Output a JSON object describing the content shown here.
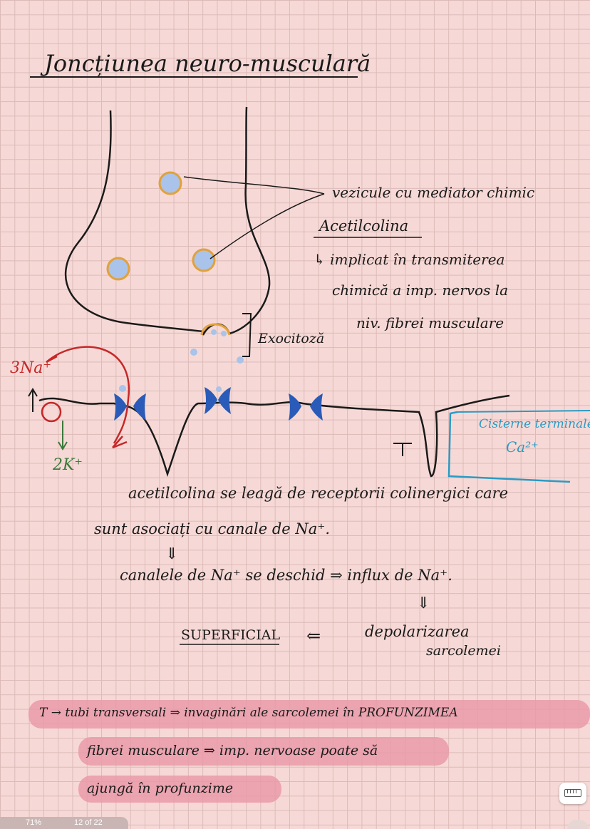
{
  "title": "Joncțiunea neuro-musculară",
  "labels": {
    "vesicule": "vezicule cu mediator chimic",
    "acetilcolina": "Acetilcolina",
    "rol_l1": "↳ implicat în transmiterea",
    "rol_l2": "chimică a imp. nervos la",
    "rol_l3": "niv. fibrei musculare",
    "exocitoza": "Exocitoză",
    "na": "3Na⁺",
    "k": "2K⁺",
    "t": "T",
    "cisterne": "Cisterne terminale",
    "ca": "Ca²⁺"
  },
  "notes": {
    "line1": "acetilcolina se leagă de receptorii colinergici care",
    "line2": "sunt asociați cu canale de Na⁺.",
    "arrow1": "⇓",
    "line3": "canalele de Na⁺ se deschid ⇒ influx de Na⁺.",
    "arrow2": "⇓",
    "superficial": "SUPERFICIAL",
    "left_arrow": "⇐",
    "depol_l1": "depolarizarea",
    "depol_l2": "sarcolemei"
  },
  "highlight": {
    "line1": "T → tubi transversali ⇒ invaginări ale sarcolemei în PROFUNZIMEA",
    "line2": "fibrei musculare ⇒ imp. nervoase poate să",
    "line3": "ajungă în profunzime"
  },
  "status": {
    "zoom": "71%",
    "page": "12 of 22"
  },
  "icons": {
    "ruler": "ruler-icon"
  },
  "colors": {
    "ink": "#1a1a1a",
    "vesicle_ring": "#e2a13a",
    "vesicle_fill": "#a9c3ea",
    "channel": "#2a5bb8",
    "red_arrow": "#c62828",
    "green_arrow": "#3c7a3c",
    "cisterne": "#2a9bc4",
    "highlight": "#e99aa9"
  }
}
